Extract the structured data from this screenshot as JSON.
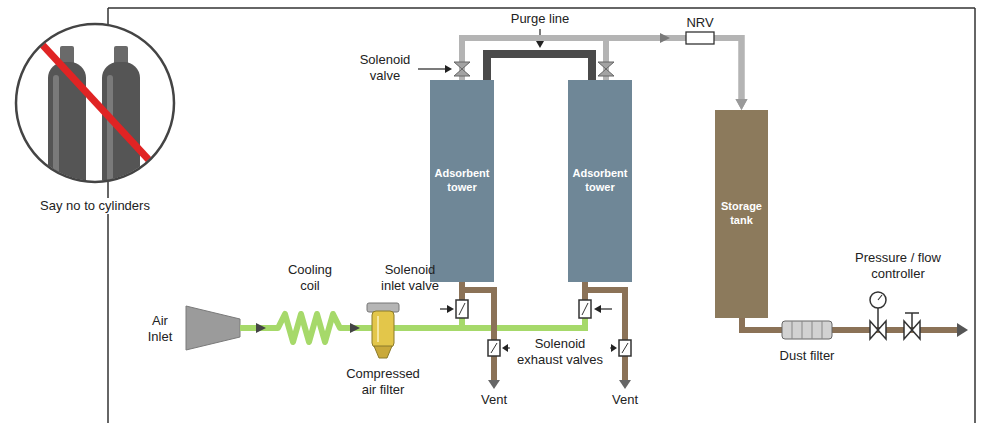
{
  "diagram": {
    "nodes": [
      {
        "text": [
          "Adsorbent tower"
        ]
      },
      {
        "text": [
          "Adsorbent tower"
        ]
      },
      {
        "text": [
          "Storage tank"
        ]
      }
    ],
    "edges": [
      {
        "from": 0,
        "to": 2,
        "arrow": "to"
      },
      {
        "from": 1,
        "to": 2,
        "arrow": "to"
      },
      {
        "from": 0,
        "to": 1,
        "arrow": "none"
      }
    ],
    "labels": [
      "Say no to cylinders",
      "Purge line",
      "NRV",
      "Solenoid valve",
      "Cooling coil",
      "Air Inlet",
      "Solenoid inlet valve",
      "Compressed air filter",
      "Solenoid exhaust valves",
      "Vent",
      "Vent",
      "Dust filter",
      "Pressure / flow controller"
    ]
  }
}
